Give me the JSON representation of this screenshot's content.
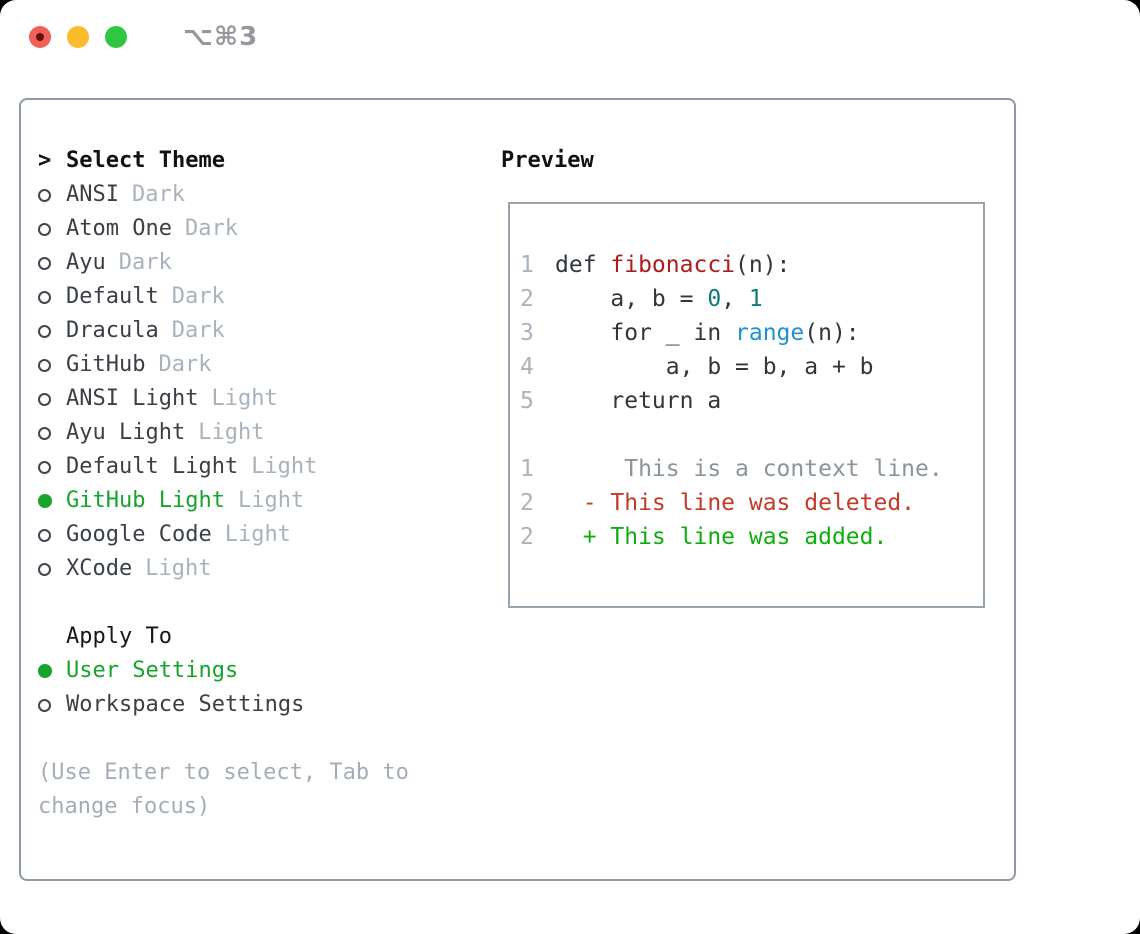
{
  "window": {
    "title": "⌥⌘3",
    "traffic_lights": [
      "close",
      "minimize",
      "zoom"
    ]
  },
  "theme_panel": {
    "header": {
      "marker": ">",
      "label": "Select Theme"
    },
    "themes": [
      {
        "name": "ANSI",
        "variant": "Dark",
        "selected": false
      },
      {
        "name": "Atom One",
        "variant": "Dark",
        "selected": false
      },
      {
        "name": "Ayu",
        "variant": "Dark",
        "selected": false
      },
      {
        "name": "Default",
        "variant": "Dark",
        "selected": false
      },
      {
        "name": "Dracula",
        "variant": "Dark",
        "selected": false
      },
      {
        "name": "GitHub",
        "variant": "Dark",
        "selected": false
      },
      {
        "name": "ANSI Light",
        "variant": "Light",
        "selected": false
      },
      {
        "name": "Ayu Light",
        "variant": "Light",
        "selected": false
      },
      {
        "name": "Default Light",
        "variant": "Light",
        "selected": false
      },
      {
        "name": "GitHub Light",
        "variant": "Light",
        "selected": true
      },
      {
        "name": "Google Code",
        "variant": "Light",
        "selected": false
      },
      {
        "name": "XCode",
        "variant": "Light",
        "selected": false
      }
    ],
    "apply_to": {
      "label": "Apply To",
      "options": [
        {
          "name": "User Settings",
          "selected": true
        },
        {
          "name": "Workspace Settings",
          "selected": false
        }
      ]
    },
    "hint": "(Use Enter to select, Tab to change focus)"
  },
  "preview": {
    "label": "Preview",
    "lines": [
      {
        "num": "1",
        "segments": [
          {
            "t": "def ",
            "c": "k"
          },
          {
            "t": "fibonacci",
            "c": "fn"
          },
          {
            "t": "(n):",
            "c": "k"
          }
        ]
      },
      {
        "num": "2",
        "segments": [
          {
            "t": "    a, b = ",
            "c": "k"
          },
          {
            "t": "0",
            "c": "num"
          },
          {
            "t": ", ",
            "c": "k"
          },
          {
            "t": "1",
            "c": "num"
          }
        ]
      },
      {
        "num": "3",
        "segments": [
          {
            "t": "    for _ in ",
            "c": "k"
          },
          {
            "t": "range",
            "c": "bi"
          },
          {
            "t": "(n):",
            "c": "k"
          }
        ]
      },
      {
        "num": "4",
        "segments": [
          {
            "t": "        a, b = b, a + b",
            "c": "k"
          }
        ]
      },
      {
        "num": "5",
        "segments": [
          {
            "t": "    return a",
            "c": "k"
          }
        ]
      },
      {
        "num": "",
        "segments": []
      },
      {
        "num": "1",
        "segments": [
          {
            "t": "     This is a context line.",
            "c": "ctx"
          }
        ]
      },
      {
        "num": "2",
        "segments": [
          {
            "t": "  - This line was deleted.",
            "c": "del"
          }
        ]
      },
      {
        "num": "2",
        "segments": [
          {
            "t": "  + This line was added.",
            "c": "add"
          }
        ]
      }
    ]
  },
  "colors": {
    "selected_green": "#16a42e",
    "added_green": "#0fae0f",
    "deleted_red": "#c43a28",
    "function_red": "#b01a1a",
    "number_teal": "#0c7d76",
    "builtin_blue": "#2090cf",
    "muted_gray": "#a8b2bd",
    "text_dark": "#30363c",
    "panel_border": "#8e99a5",
    "traffic_red": "#f2605a",
    "traffic_yellow": "#fbbb2c",
    "traffic_green": "#2fc640"
  }
}
